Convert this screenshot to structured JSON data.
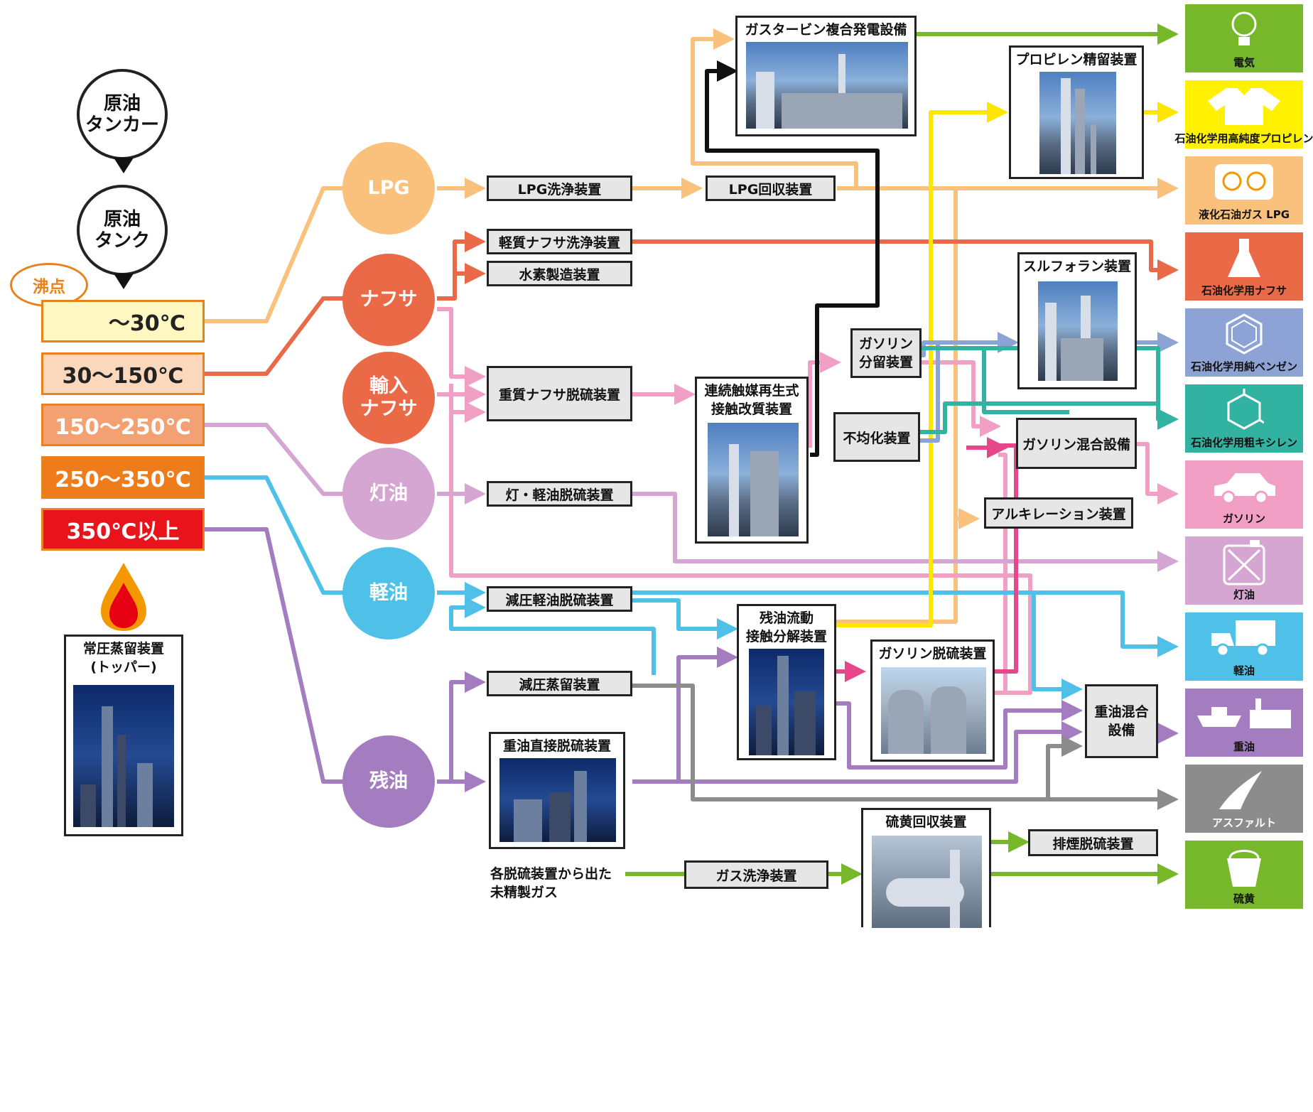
{
  "feed": {
    "tanker": "原油\nタンカー",
    "tank": "原油\nタンク",
    "boiling_point_label": "沸点",
    "distillation_unit": "常圧蒸留装置\n(トッパー)"
  },
  "temperature_ranges": [
    "～30℃",
    "30～150℃",
    "150～250℃",
    "250～350℃",
    "350℃以上"
  ],
  "fractions": {
    "lpg": "LPG",
    "naphtha": "ナフサ",
    "imported_naphtha": "輸入\nナフサ",
    "kerosene": "灯油",
    "gas_oil": "軽油",
    "residue": "残油"
  },
  "units": {
    "lpg_wash": "LPG洗浄装置",
    "lpg_recovery": "LPG回収装置",
    "light_naphtha_wash": "軽質ナフサ洗浄装置",
    "hydrogen_plant": "水素製造装置",
    "heavy_naphtha_hds": "重質ナフサ脱硫装置",
    "kero_gasoil_hds": "灯・軽油脱硫装置",
    "vacuum_gasoil_hds": "減圧軽油脱硫装置",
    "vacuum_distillation": "減圧蒸留装置",
    "resid_direct_hds": "重油直接脱硫装置",
    "gas_turbine": "ガスタービン複合発電設備",
    "propylene_splitter": "プロピレン精留装置",
    "ccr_reformer": "連続触媒再生式\n接触改質装置",
    "gasoline_splitter": "ガソリン\n分留装置",
    "disproportionation": "不均化装置",
    "sulfolane": "スルフォラン装置",
    "gasoline_blending": "ガソリン混合設備",
    "alkylation": "アルキレーション装置",
    "rfcc": "残油流動\n接触分解装置",
    "gasoline_hds": "ガソリン脱硫装置",
    "fuel_oil_blending": "重油混合\n設備",
    "sulfur_recovery": "硫黄回収装置",
    "flue_gas_desulf": "排煙脱硫装置",
    "gas_wash": "ガス洗浄装置",
    "untreated_gas": "各脱硫装置から出た\n未精製ガス"
  },
  "products": [
    {
      "label": "電気",
      "color": "#76b82a",
      "icon": "lightbulb-icon"
    },
    {
      "label": "石油化学用高純度プロピレン",
      "color": "#fff100",
      "icon": "shirt-icon"
    },
    {
      "label": "液化石油ガス LPG",
      "color": "#f9c17b",
      "icon": "stove-icon"
    },
    {
      "label": "石油化学用ナフサ",
      "color": "#ea6a47",
      "icon": "flask-icon"
    },
    {
      "label": "石油化学用純ベンゼン",
      "color": "#8da2d5",
      "icon": "benzene-icon"
    },
    {
      "label": "石油化学用粗キシレン",
      "color": "#32b3a2",
      "icon": "xylene-icon"
    },
    {
      "label": "ガソリン",
      "color": "#f29fc5",
      "icon": "car-icon"
    },
    {
      "label": "灯油",
      "color": "#d5a6d2",
      "icon": "kerosene-can-icon"
    },
    {
      "label": "軽油",
      "color": "#4fc1e9",
      "icon": "truck-icon"
    },
    {
      "label": "重油",
      "color": "#a47dc0",
      "icon": "ship-factory-icon"
    },
    {
      "label": "アスファルト",
      "color": "#8c8c8c",
      "icon": "road-icon"
    },
    {
      "label": "硫黄",
      "color": "#76b82a",
      "icon": "bucket-icon"
    }
  ],
  "colors": {
    "lpg": "#f9c17b",
    "naphtha": "#ea6a47",
    "heavy_naphtha": "#f29fc5",
    "kerosene": "#d5a6d2",
    "gas_oil": "#4fc1e9",
    "residue": "#a47dc0",
    "power": "#76b82a",
    "propylene": "#fff100",
    "benzene": "#8da2d5",
    "xylene": "#32b3a2",
    "asphalt": "#8c8c8c",
    "cracked_gasoline": "#e6468a",
    "fuel_gas": "#111111",
    "boiling_border": "#e8821e"
  }
}
